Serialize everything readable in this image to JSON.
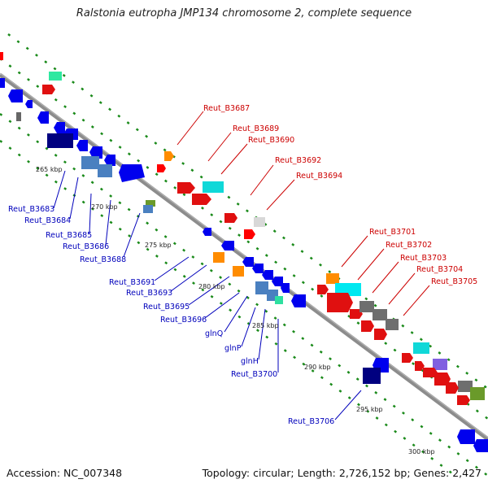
{
  "title": "Ralstonia eutropha JMP134 chromosome 2, complete sequence",
  "footer": {
    "accession": "Accession: NC_007348",
    "summary": "Topology: circular; Length: 2,726,152 bp; Genes: 2,427"
  },
  "colors": {
    "backbone": "#8c8c8c",
    "forward_label": "#cc0000",
    "reverse_label": "#0000bb",
    "tick": "#1a8a1a"
  },
  "ticks": [
    "265 kbp",
    "270 kbp",
    "275 kbp",
    "280 kbp",
    "285 kbp",
    "290 kbp",
    "295 kbp",
    "300 kbp"
  ],
  "forward_labels": [
    "Reut_B3687",
    "Reut_B3689",
    "Reut_B3690",
    "Reut_B3692",
    "Reut_B3694",
    "Reut_B3701",
    "Reut_B3702",
    "Reut_B3703",
    "Reut_B3704",
    "Reut_B3705"
  ],
  "reverse_labels": [
    "Reut_B3683",
    "Reut_B3684",
    "Reut_B3685",
    "Reut_B3686",
    "Reut_B3688",
    "Reut_B3691",
    "Reut_B3693",
    "Reut_B3695",
    "Reut_B3696",
    "glnQ",
    "glnP",
    "glnH",
    "Reut_B3700",
    "Reut_B3706"
  ]
}
